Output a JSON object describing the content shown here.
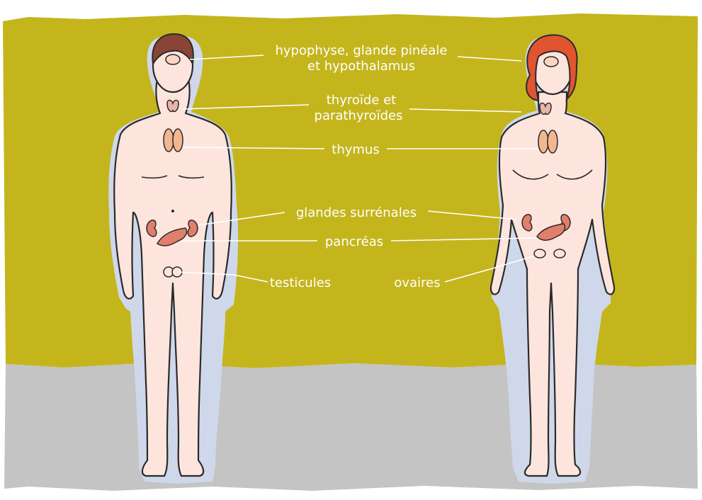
{
  "colors": {
    "wall": "#c4b51d",
    "floor": "#c4c4c4",
    "skin": "#fde5dd",
    "aura": "#cfd8ea",
    "male_hair": "#8a4436",
    "female_hair": "#e2542f",
    "gland_light": "#f2b78f",
    "gland_dark": "#e27f6c",
    "label_text": "#ffffff"
  },
  "figures": {
    "male": "male-figure",
    "female": "female-figure"
  },
  "labels": {
    "pituitary_line1": "hypophyse, glande pinéale",
    "pituitary_line2": "et hypothalamus",
    "thyroid_line1": "thyroïde et",
    "thyroid_line2": "parathyroïdes",
    "thymus": "thymus",
    "adrenal": "glandes surrénales",
    "pancreas": "pancréas",
    "testes": "testicules",
    "ovaries": "ovaires"
  }
}
